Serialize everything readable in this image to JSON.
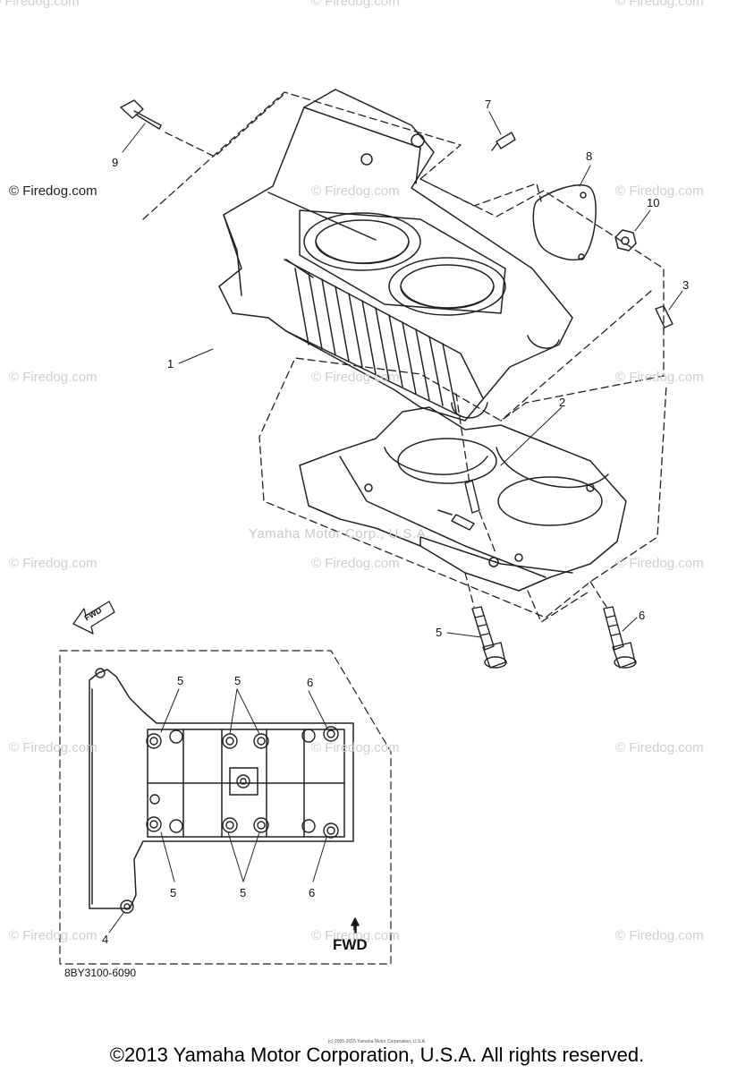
{
  "watermark": {
    "text": "© Firedog.com",
    "center_text": "Yamaha Motor Corp., U.S.A."
  },
  "callouts": {
    "n1": "1",
    "n2": "2",
    "n3": "3",
    "n4": "4",
    "n5a": "5",
    "n5b": "5",
    "n5c": "5",
    "n5d": "5",
    "n5e": "5",
    "n6a": "6",
    "n6b": "6",
    "n6c": "6",
    "n7": "7",
    "n8": "8",
    "n9": "9",
    "n10": "10"
  },
  "inset": {
    "fwd_label": "FWD",
    "fwd_arrow_label": "FWD",
    "diagram_code": "8BY3100-6090"
  },
  "footer": {
    "copyright": "©2013 Yamaha Motor Corporation, U.S.A. All rights reserved.",
    "small_print": "(c) 2005-2015 Yamaha Motor Corporation, U.S.A."
  }
}
